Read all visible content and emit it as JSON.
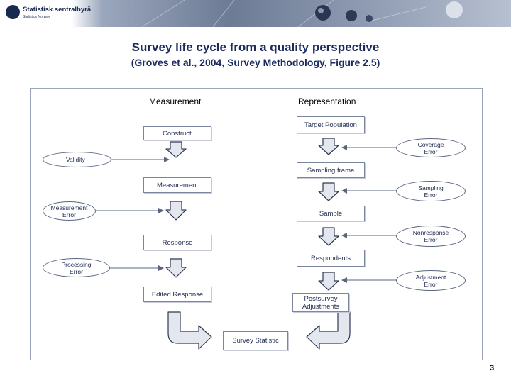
{
  "header": {
    "logo_text": "Statistisk sentralbyrå",
    "logo_sub": "Statistics Norway"
  },
  "title": "Survey life cycle from a quality perspective",
  "subtitle": "(Groves et al., 2004, Survey Methodology, Figure 2.5)",
  "columns": {
    "measurement": "Measurement",
    "representation": "Representation"
  },
  "left_boxes": {
    "construct": "Construct",
    "measurement": "Measurement",
    "response": "Response",
    "edited_response": "Edited Response"
  },
  "right_boxes": {
    "target_population": "Target Population",
    "sampling_frame": "Sampling frame",
    "sample": "Sample",
    "respondents": "Respondents",
    "postsurvey_adjustments": "Postsurvey Adjustments"
  },
  "left_errors": {
    "validity": "Validity",
    "measurement_error": "Measurement Error",
    "processing_error": "Processing Error"
  },
  "right_errors": {
    "coverage_error": "Coverage Error",
    "sampling_error": "Sampling Error",
    "nonresponse_error": "Nonresponse Error",
    "adjustment_error": "Adjustment Error"
  },
  "survey_statistic": "Survey Statistic",
  "page_number": "3",
  "colors": {
    "title": "#1b2b5e",
    "box_border": "#7a869e",
    "arrow_fill": "#e4e7ee"
  }
}
